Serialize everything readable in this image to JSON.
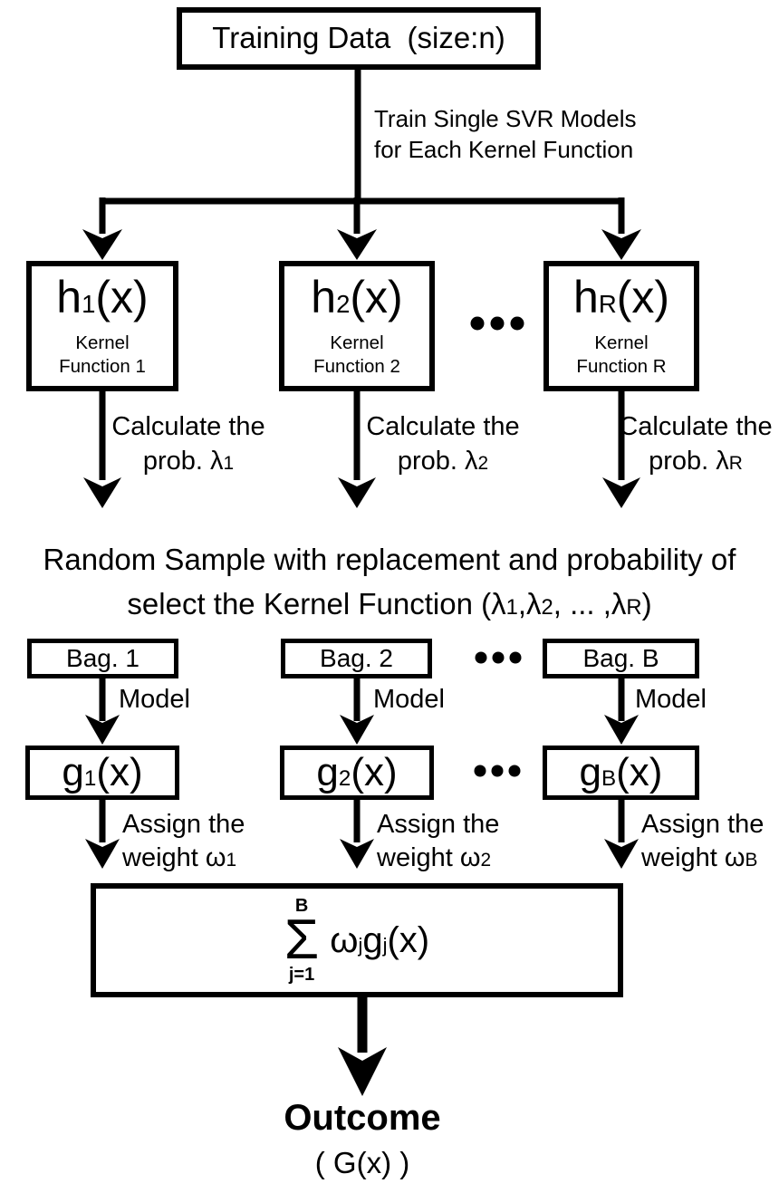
{
  "colors": {
    "ink": "#000000",
    "background": "#ffffff"
  },
  "training_box": {
    "label": "Training Data  (size:n)"
  },
  "train_edge": {
    "line1": "Train Single SVR Models",
    "line2": "for Each Kernel Function"
  },
  "kernels": [
    {
      "h": "h",
      "h_sub": "1",
      "h_tail": "(x)",
      "kernel_line1": "Kernel",
      "kernel_line2": "Function 1",
      "calc_line1": "Calculate the",
      "calc_line2": "prob. λ",
      "calc_sub": "1"
    },
    {
      "h": "h",
      "h_sub": "2",
      "h_tail": "(x)",
      "kernel_line1": "Kernel",
      "kernel_line2": "Function 2",
      "calc_line1": "Calculate the",
      "calc_line2": "prob. λ",
      "calc_sub": "2"
    },
    {
      "h": "h",
      "h_sub": "R",
      "h_tail": "(x)",
      "kernel_line1": "Kernel",
      "kernel_line2": "Function R",
      "calc_line1": "Calculate the",
      "calc_line2": "prob. λ",
      "calc_sub": "R"
    }
  ],
  "random_sample": {
    "line1": "Random Sample with replacement and probability of",
    "line2_p1": "select the Kernel Function (λ",
    "sub1": "1",
    "p2": ",λ",
    "sub2": "2",
    "p3": ", ... ,λ",
    "subR": "R",
    "p4": ")"
  },
  "bags": [
    {
      "label": "Bag. 1",
      "edge": "Model",
      "g": "g",
      "g_sub": "1",
      "g_tail": "(x)",
      "assign_line1": "Assign the",
      "assign_line2": "weight ω",
      "assign_sub": "1"
    },
    {
      "label": "Bag. 2",
      "edge": "Model",
      "g": "g",
      "g_sub": "2",
      "g_tail": "(x)",
      "assign_line1": "Assign the",
      "assign_line2": "weight ω",
      "assign_sub": "2"
    },
    {
      "label": "Bag. B",
      "edge": "Model",
      "g": "g",
      "g_sub": "B",
      "g_tail": "(x)",
      "assign_line1": "Assign the",
      "assign_line2": "weight ω",
      "assign_sub": "B"
    }
  ],
  "aggregation": {
    "upper": "B",
    "sigma": "Σ",
    "lower": "j=1",
    "omega": "ω",
    "omega_sub": "j",
    "g": "g",
    "g_sub": "j",
    "tail": "(x)"
  },
  "outcome": {
    "title": "Outcome",
    "formula": "( G(x) )"
  }
}
